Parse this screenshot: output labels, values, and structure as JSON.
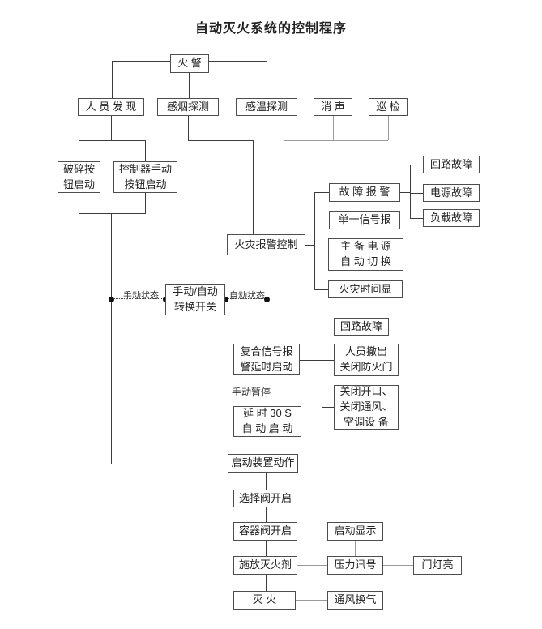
{
  "title": "自动灭火系统的控制程序",
  "nodes": {
    "fire_alarm": {
      "label": "火 警"
    },
    "personnel_found": {
      "label": "人 员 发 现"
    },
    "smoke_detect": {
      "label": "感烟探测"
    },
    "heat_detect": {
      "label": "感温探测"
    },
    "silence": {
      "label": "消 声"
    },
    "patrol": {
      "label": "巡 检"
    },
    "break_button": {
      "label": "破碎按\n钮启动"
    },
    "controller_manual": {
      "label": "控制器手动\n按钮启动"
    },
    "fault_alarm": {
      "label": "故 障 报 警"
    },
    "single_signal": {
      "label": "单一信号报"
    },
    "loop_fault_1": {
      "label": "回路故障"
    },
    "power_fault": {
      "label": "电源故障"
    },
    "load_fault": {
      "label": "负载故障"
    },
    "fire_alarm_control": {
      "label": "火灾报警控制"
    },
    "main_backup_power": {
      "label": "主 备 电 源\n自 动 切 换"
    },
    "fire_time_display": {
      "label": "火灾时间显"
    },
    "manual_auto_switch": {
      "label": "手动/自动\n转换开关"
    },
    "composite_signal": {
      "label": "复合信号报\n警延时启动"
    },
    "loop_fault_2": {
      "label": "回路故障"
    },
    "evacuate": {
      "label": "人员撤出\n关闭防火门"
    },
    "close_openings": {
      "label": "关闭开口、\n关闭通风、\n空调设  备"
    },
    "delay_30s": {
      "label": "延 时 30 S\n自 动 启 动"
    },
    "start_device": {
      "label": "启动装置动作"
    },
    "selector_valve": {
      "label": "选择阀开启"
    },
    "container_valve": {
      "label": "容器阀开启"
    },
    "start_display": {
      "label": "启动显示"
    },
    "release_agent": {
      "label": "施放灭火剂"
    },
    "pressure_signal": {
      "label": "压力讯号"
    },
    "door_light": {
      "label": "门灯亮"
    },
    "extinguish": {
      "label": "灭  火"
    },
    "ventilation": {
      "label": "通风换气"
    }
  },
  "labels": {
    "manual_state": "手动状态",
    "auto_state": "自动状态",
    "manual_pause": "手动暂停"
  },
  "colors": {
    "line_dark": "#3c3c3c",
    "line_gray": "#9a9a9a",
    "box_border": "#4d4d4d",
    "background": "#ffffff"
  }
}
